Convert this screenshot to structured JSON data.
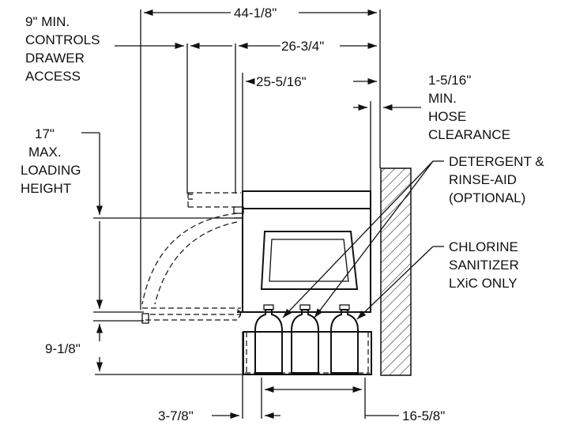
{
  "labels": {
    "dim_overall_width": "44-1/8\"",
    "controls_note": [
      "9\" MIN.",
      "CONTROLS",
      "DRAWER",
      "ACCESS"
    ],
    "dim_controls": "26-3/4\"",
    "dim_body": "25-5/16\"",
    "hose_note": [
      "1-5/16\"",
      "MIN.",
      "HOSE",
      "CLEARANCE"
    ],
    "loading_note": [
      "17\"",
      "MAX.",
      "LOADING",
      "HEIGHT"
    ],
    "detergent_note": [
      "DETERGENT &",
      "RINSE-AID",
      "(OPTIONAL)"
    ],
    "chlorine_note": [
      "CHLORINE",
      "SANITIZER",
      "LXiC ONLY"
    ],
    "dim_base_height": "9-1/8\"",
    "dim_left_offset": "3-7/8\"",
    "dim_bottles": "16-5/8\""
  }
}
